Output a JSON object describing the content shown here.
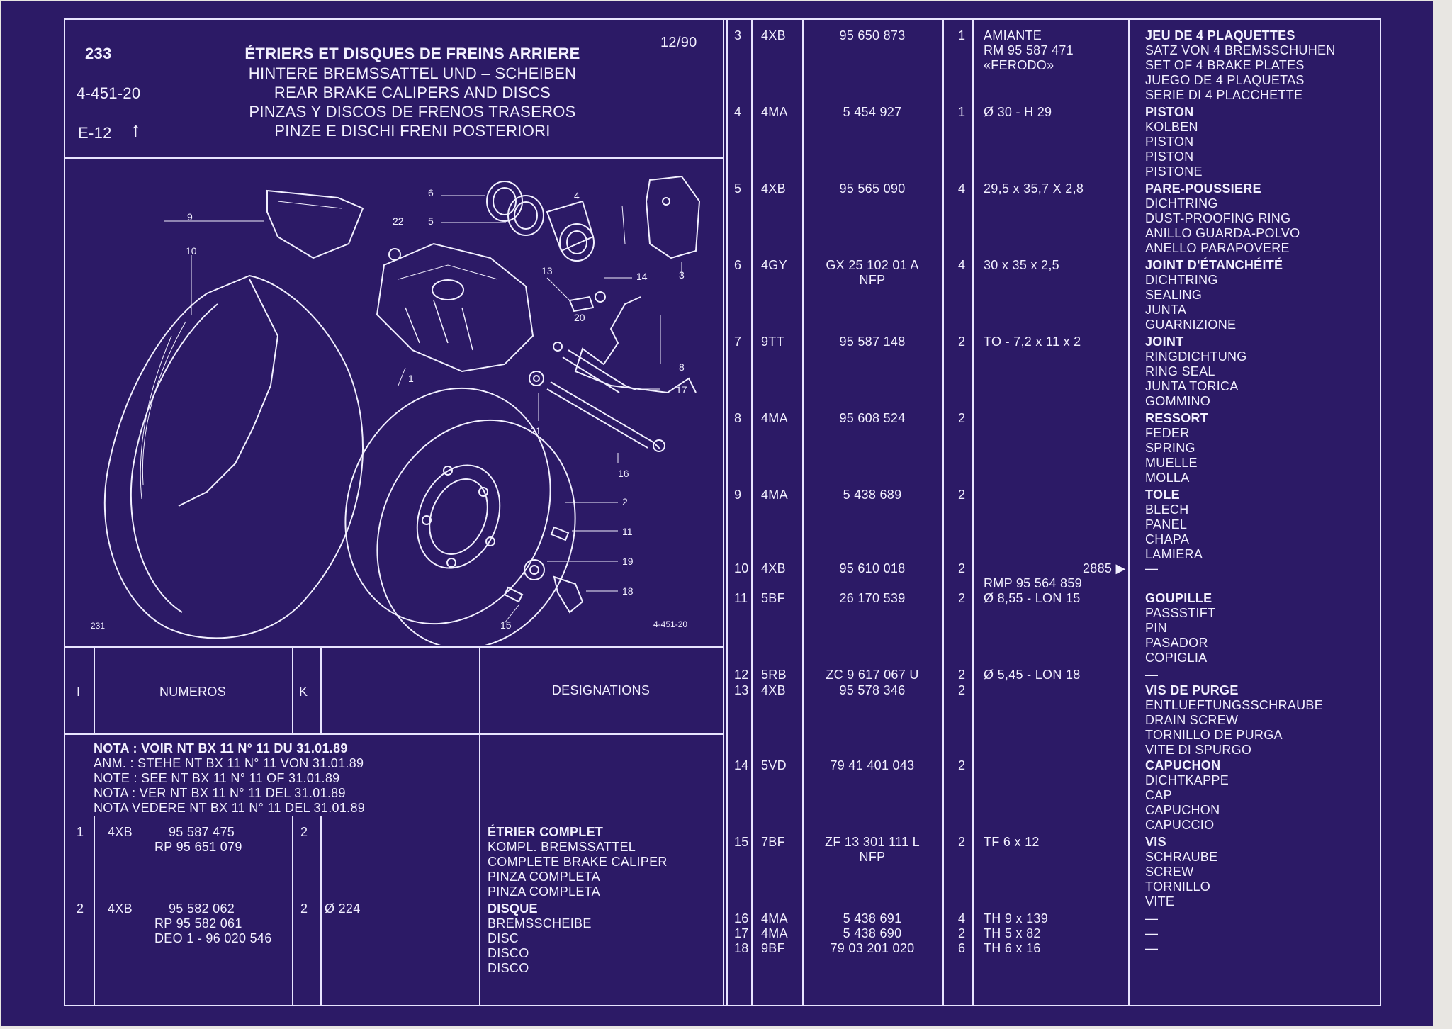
{
  "header": {
    "page": "233",
    "ref": "4-451-20",
    "edition": "E-12",
    "date": "12/90",
    "titles": [
      "ÉTRIERS ET DISQUES DE FREINS ARRIERE",
      "HINTERE BREMSSATTEL UND – SCHEIBEN",
      "REAR BRAKE CALIPERS AND DISCS",
      "PINZAS Y DISCOS DE FRENOS TRASEROS",
      "PINZE E DISCHI FRENI POSTERIORI"
    ]
  },
  "diagram": {
    "page_ref": "231",
    "ref": "4-451-20",
    "callouts": [
      "9",
      "10",
      "6",
      "5",
      "22",
      "4",
      "3",
      "13",
      "14",
      "20",
      "8",
      "1",
      "17",
      "21",
      "16",
      "2",
      "11",
      "19",
      "18",
      "15"
    ]
  },
  "table_header": {
    "col_i": "I",
    "col_numbers": "NUMEROS",
    "col_k": "K",
    "col_designations": "DESIGNATIONS"
  },
  "notes": [
    "NOTA : VOIR NT BX 11 N° 11 DU 31.01.89",
    "ANM. : STEHE NT BX 11 N° 11 VON 31.01.89",
    "NOTE : SEE NT BX 11 N° 11 OF 31.01.89",
    "NOTA : VER NT BX 11 N° 11 DEL 31.01.89",
    "NOTA VEDERE NT BX 11 N° 11 DEL 31.01.89"
  ],
  "left_items": [
    {
      "no": "1",
      "code": "4XB",
      "numbers": [
        "95 587 475",
        "RP 95 651 079"
      ],
      "qty": "2",
      "dim": "",
      "designations": [
        "ÉTRIER COMPLET",
        "KOMPL. BREMSSATTEL",
        "COMPLETE BRAKE CALIPER",
        "PINZA COMPLETA",
        "PINZA COMPLETA"
      ]
    },
    {
      "no": "2",
      "code": "4XB",
      "numbers": [
        "95 582 062",
        "RP 95 582 061",
        "DEO 1 - 96 020 546"
      ],
      "qty": "2",
      "dim": "Ø 224",
      "designations": [
        "DISQUE",
        "BREMSSCHEIBE",
        "DISC",
        "DISCO",
        "DISCO"
      ]
    }
  ],
  "right_items": [
    {
      "no": "3",
      "code": "4XB",
      "numbers": [
        "95 650 873"
      ],
      "qty": "1",
      "dim": [
        "AMIANTE",
        "RM 95 587 471",
        "«FERODO»"
      ],
      "designations": [
        "JEU DE 4 PLAQUETTES",
        "SATZ VON 4 BREMSSCHUHEN",
        "SET OF 4 BRAKE PLATES",
        "JUEGO DE 4 PLAQUETAS",
        "SERIE DI 4 PLACCHETTE"
      ]
    },
    {
      "no": "4",
      "code": "4MA",
      "numbers": [
        "5 454 927"
      ],
      "qty": "1",
      "dim": [
        "Ø 30 - H 29"
      ],
      "designations": [
        "PISTON",
        "KOLBEN",
        "PISTON",
        "PISTON",
        "PISTONE"
      ]
    },
    {
      "no": "5",
      "code": "4XB",
      "numbers": [
        "95 565 090"
      ],
      "qty": "4",
      "dim": [
        "29,5 x 35,7 X 2,8"
      ],
      "designations": [
        "PARE-POUSSIERE",
        "DICHTRING",
        "DUST-PROOFING RING",
        "ANILLO GUARDA-POLVO",
        "ANELLO PARAPOVERE"
      ]
    },
    {
      "no": "6",
      "code": "4GY",
      "numbers": [
        "GX 25 102 01 A",
        "NFP"
      ],
      "qty": "4",
      "dim": [
        "30 x 35 x 2,5"
      ],
      "designations": [
        "JOINT D'ÉTANCHÉITÉ",
        "DICHTRING",
        "SEALING",
        "JUNTA",
        "GUARNIZIONE"
      ]
    },
    {
      "no": "7",
      "code": "9TT",
      "numbers": [
        "95 587 148"
      ],
      "qty": "2",
      "dim": [
        "TO - 7,2 x 11 x 2"
      ],
      "designations": [
        "JOINT",
        "RINGDICHTUNG",
        "RING SEAL",
        "JUNTA TORICA",
        "GOMMINO"
      ]
    },
    {
      "no": "8",
      "code": "4MA",
      "numbers": [
        "95 608 524"
      ],
      "qty": "2",
      "dim": [],
      "designations": [
        "RESSORT",
        "FEDER",
        "SPRING",
        "MUELLE",
        "MOLLA"
      ]
    },
    {
      "no": "9",
      "code": "4MA",
      "numbers": [
        "5 438 689"
      ],
      "qty": "2",
      "dim": [],
      "designations": [
        "TOLE",
        "BLECH",
        "PANEL",
        "CHAPA",
        "LAMIERA"
      ]
    },
    {
      "no": "10",
      "code": "4XB",
      "numbers": [
        "95 610 018"
      ],
      "qty": "2",
      "dim": [
        "",
        "RMP 95 564 859"
      ],
      "marker": "2885 ▶",
      "designations": [
        "—"
      ]
    },
    {
      "no": "11",
      "code": "5BF",
      "numbers": [
        "26 170 539"
      ],
      "qty": "2",
      "dim": [
        "Ø 8,55 - LON 15"
      ],
      "designations": [
        "GOUPILLE",
        "PASSSTIFT",
        "PIN",
        "PASADOR",
        "COPIGLIA"
      ]
    },
    {
      "no": "12",
      "code": "5RB",
      "numbers": [
        "ZC 9 617 067 U"
      ],
      "qty": "2",
      "dim": [
        "Ø 5,45 - LON 18"
      ],
      "designations": [
        "—"
      ]
    },
    {
      "no": "13",
      "code": "4XB",
      "numbers": [
        "95 578 346"
      ],
      "qty": "2",
      "dim": [],
      "designations": [
        "VIS DE PURGE",
        "ENTLUEFTUNGSSCHRAUBE",
        "DRAIN SCREW",
        "TORNILLO DE PURGA",
        "VITE DI SPURGO"
      ]
    },
    {
      "no": "14",
      "code": "5VD",
      "numbers": [
        "79 41 401 043"
      ],
      "qty": "2",
      "dim": [],
      "designations": [
        "CAPUCHON",
        "DICHTKAPPE",
        "CAP",
        "CAPUCHON",
        "CAPUCCIO"
      ]
    },
    {
      "no": "15",
      "code": "7BF",
      "numbers": [
        "ZF 13 301 111 L",
        "NFP"
      ],
      "qty": "2",
      "dim": [
        "TF 6 x 12"
      ],
      "designations": [
        "VIS",
        "SCHRAUBE",
        "SCREW",
        "TORNILLO",
        "VITE"
      ]
    },
    {
      "no": "16",
      "code": "4MA",
      "numbers": [
        "5 438 691"
      ],
      "qty": "4",
      "dim": [
        "TH 9 x 139"
      ],
      "designations": [
        "—"
      ]
    },
    {
      "no": "17",
      "code": "4MA",
      "numbers": [
        "5 438 690"
      ],
      "qty": "2",
      "dim": [
        "TH 5 x 82"
      ],
      "designations": [
        "—"
      ]
    },
    {
      "no": "18",
      "code": "9BF",
      "numbers": [
        "79 03 201 020"
      ],
      "qty": "6",
      "dim": [
        "TH 6 x 16"
      ],
      "designations": [
        "—"
      ]
    }
  ]
}
